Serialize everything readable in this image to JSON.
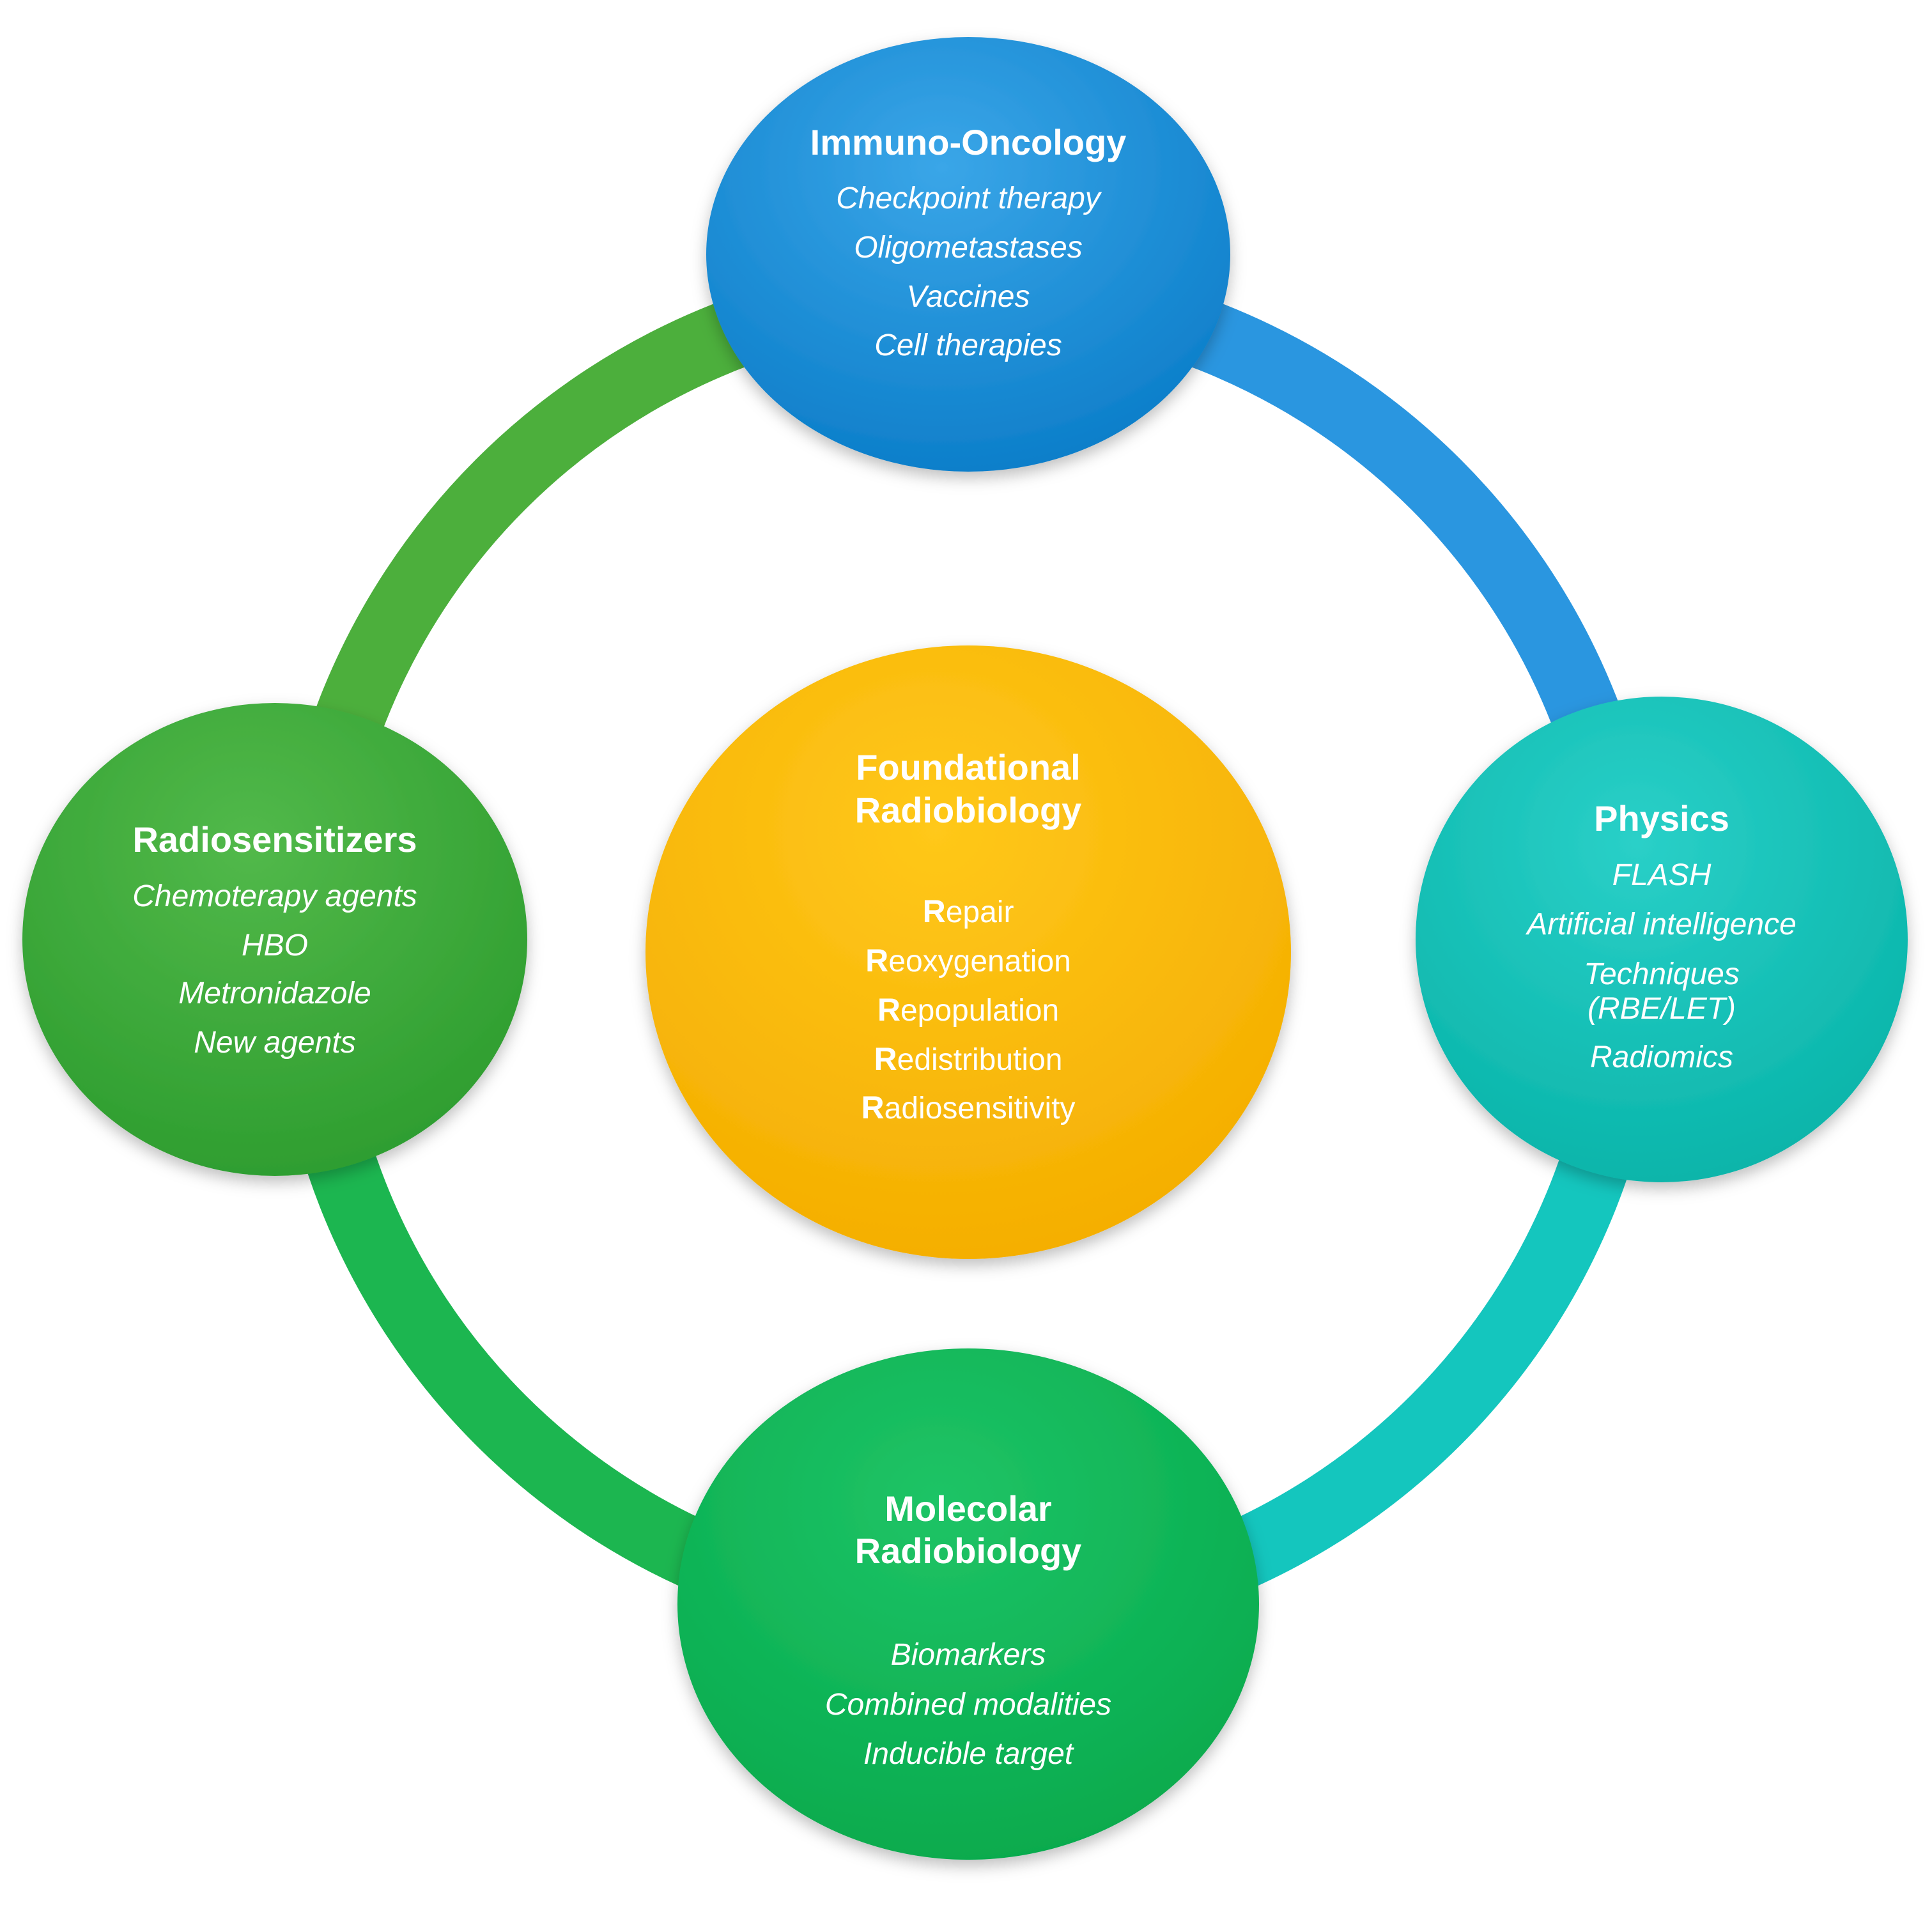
{
  "nodes": {
    "immuno": {
      "title": "Immuno-Oncology",
      "items": [
        "Checkpoint therapy",
        "Oligometastases",
        "Vaccines",
        "Cell therapies"
      ]
    },
    "physics": {
      "title": "Physics",
      "items": [
        "FLASH",
        "Artificial intelligence",
        "Techniques",
        "(RBE/LET)",
        "Radiomics"
      ]
    },
    "molecular": {
      "title_lines": [
        "Molecolar",
        "Radiobiology"
      ],
      "items": [
        "Biomarkers",
        "Combined modalities",
        "Inducible target"
      ]
    },
    "radiosens": {
      "title": "Radiosensitizers",
      "items": [
        "Chemoterapy agents",
        "HBO",
        "Metronidazole",
        "New agents"
      ]
    },
    "foundational": {
      "title_lines": [
        "Foundational",
        "Radiobiology"
      ],
      "rs": [
        {
          "initial": "R",
          "rest": "epair"
        },
        {
          "initial": "R",
          "rest": "eoxygenation"
        },
        {
          "initial": "R",
          "rest": "epopulation"
        },
        {
          "initial": "R",
          "rest": "edistribution"
        },
        {
          "initial": "R",
          "rest": "adiosensitivity"
        }
      ]
    }
  },
  "colors": {
    "immuno": "#1a8fd8",
    "physics": "#10c4b8",
    "molecular": "#0cb85a",
    "radiosens": "#3aaa3a",
    "foundational": "#fdb900",
    "ring_top_right": "#2a96e0",
    "ring_bottom_right": "#14c6be",
    "ring_bottom_left": "#1cb650",
    "ring_top_left": "#4caf3c"
  }
}
